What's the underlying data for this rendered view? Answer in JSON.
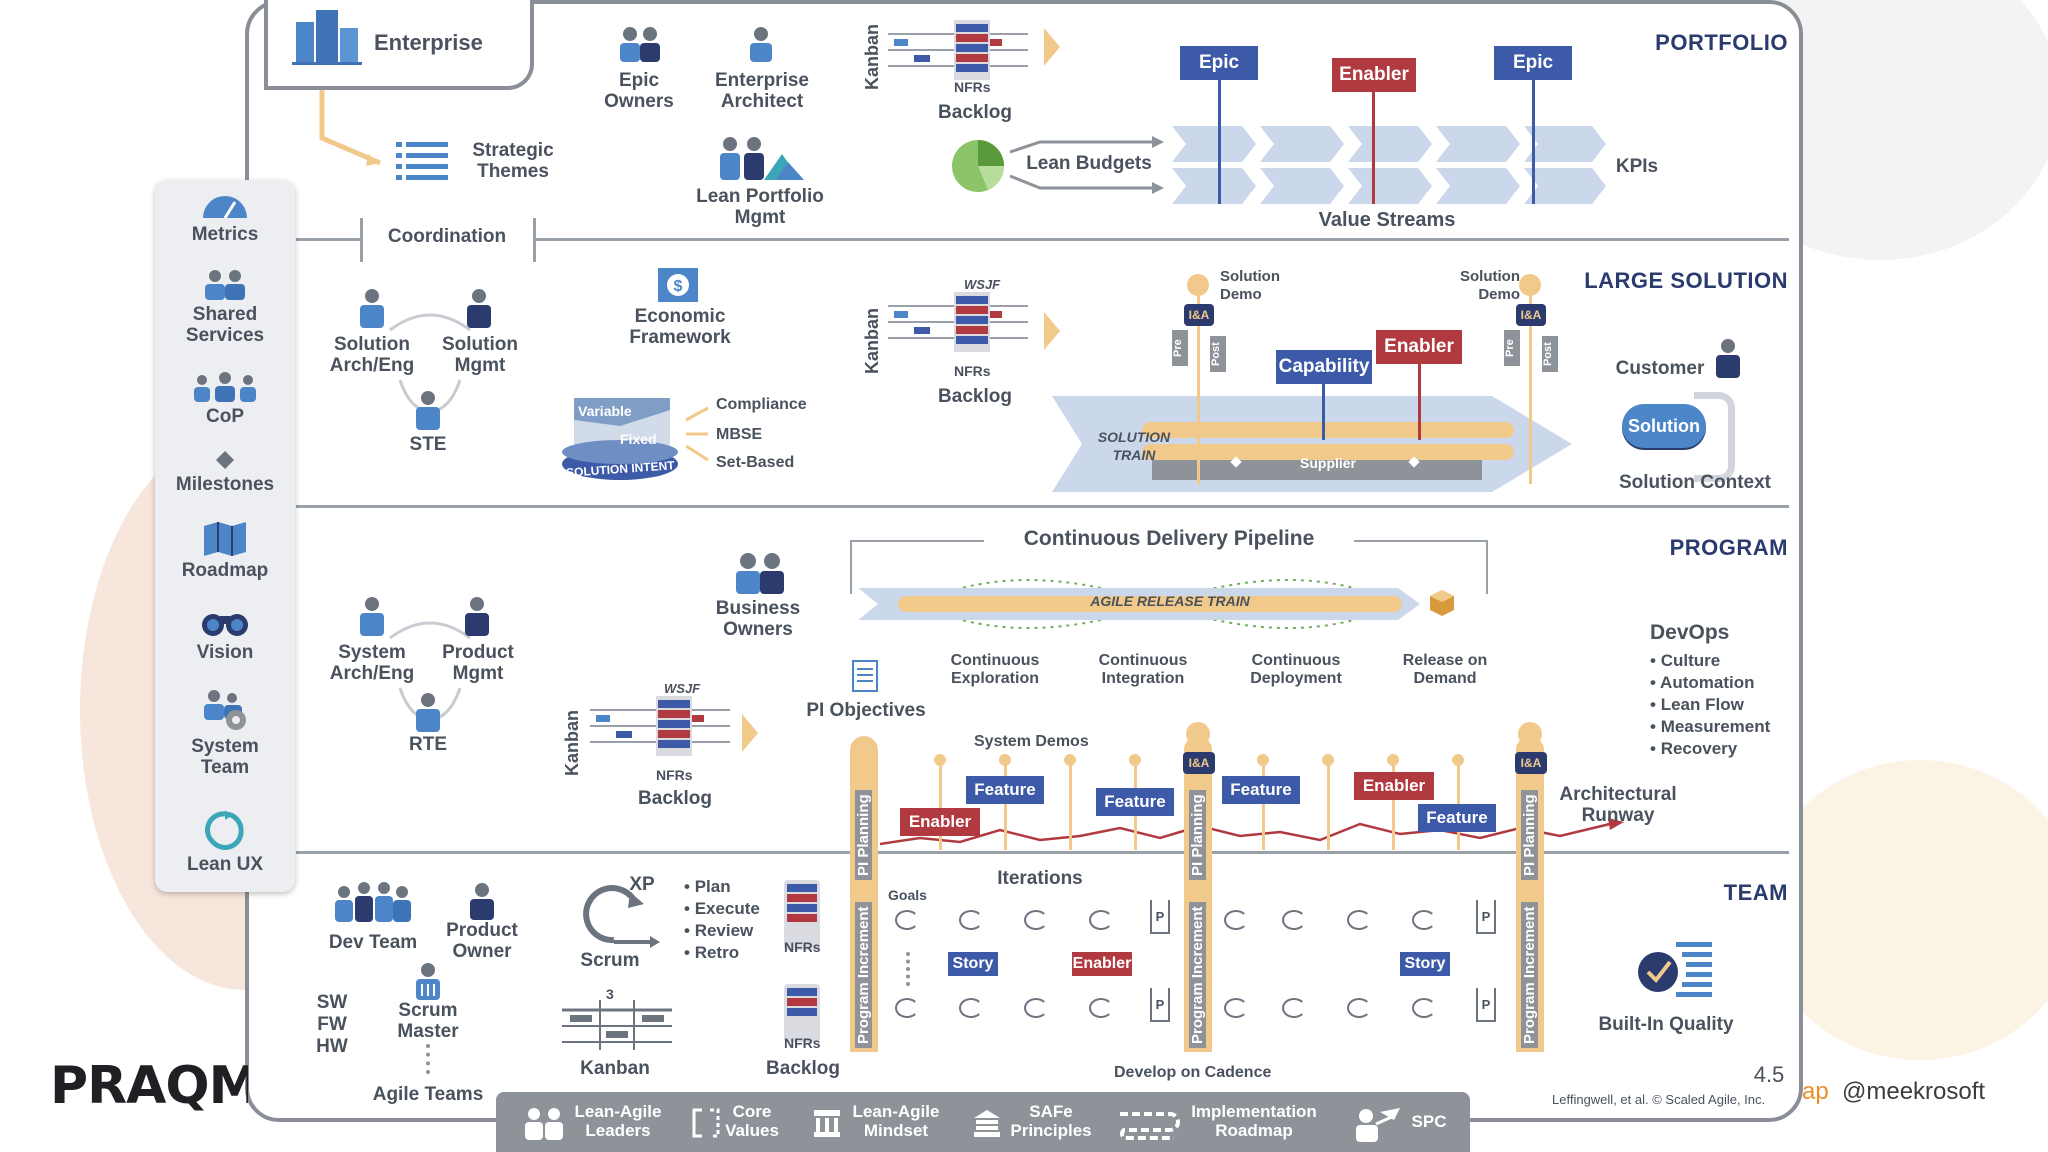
{
  "brand": {
    "logo_text": "PRAQM",
    "handle_prefix": "ap",
    "handle": "@meekrosoft"
  },
  "levels": {
    "portfolio": "PORTFOLIO",
    "large_solution": "LARGE SOLUTION",
    "program": "PROGRAM",
    "team": "TEAM"
  },
  "enterprise": "Enterprise",
  "strategic_themes": "Strategic Themes",
  "coordination": "Coordination",
  "sidebar": [
    {
      "label": "Metrics",
      "icon": "gauge-icon"
    },
    {
      "label": "Shared Services",
      "icon": "people-icon"
    },
    {
      "label": "CoP",
      "icon": "group-icon"
    },
    {
      "label": "Milestones",
      "icon": "diamond-icon"
    },
    {
      "label": "Roadmap",
      "icon": "map-icon"
    },
    {
      "label": "Vision",
      "icon": "binoculars-icon"
    },
    {
      "label": "System Team",
      "icon": "team-gear-icon"
    },
    {
      "label": "Lean UX",
      "icon": "cycle-icon"
    }
  ],
  "portfolio": {
    "epic_owners": "Epic Owners",
    "enterprise_architect": "Enterprise Architect",
    "lean_portfolio_mgmt": "Lean Portfolio Mgmt",
    "kanban": "Kanban",
    "nfrs": "NFRs",
    "backlog": "Backlog",
    "lean_budgets": "Lean Budgets",
    "epic1": "Epic",
    "enabler": "Enabler",
    "epic2": "Epic",
    "kpis": "KPIs",
    "value_streams": "Value Streams"
  },
  "large_solution": {
    "solution_arch": "Solution Arch/Eng",
    "solution_mgmt": "Solution Mgmt",
    "ste": "STE",
    "economic_framework": "Economic Framework",
    "variable": "Variable",
    "fixed": "Fixed",
    "solution_intent": "SOLUTION INTENT",
    "compliance": "Compliance",
    "mbse": "MBSE",
    "set_based": "Set-Based",
    "kanban": "Kanban",
    "wsjf": "WSJF",
    "nfrs": "NFRs",
    "backlog": "Backlog",
    "solution_demo1": "Solution Demo",
    "solution_demo2": "Solution Demo",
    "ia": "I&A",
    "pre": "Pre",
    "post": "Post",
    "capability": "Capability",
    "enabler": "Enabler",
    "solution_train": "SOLUTION TRAIN",
    "supplier": "Supplier",
    "customer": "Customer",
    "solution": "Solution",
    "solution_context": "Solution Context"
  },
  "program": {
    "system_arch": "System Arch/Eng",
    "product_mgmt": "Product Mgmt",
    "rte": "RTE",
    "business_owners": "Business Owners",
    "cdp": "Continuous Delivery Pipeline",
    "art": "AGILE RELEASE TRAIN",
    "continuous_exploration": "Continuous Exploration",
    "continuous_integration": "Continuous Integration",
    "continuous_deployment": "Continuous Deployment",
    "release_on_demand": "Release on Demand",
    "devops": "DevOps",
    "devops_items": [
      "Culture",
      "Automation",
      "Lean Flow",
      "Measurement",
      "Recovery"
    ],
    "pi_objectives": "PI Objectives",
    "kanban": "Kanban",
    "wsjf": "WSJF",
    "nfrs": "NFRs",
    "backlog": "Backlog",
    "system_demos": "System Demos",
    "pi_planning": "PI Planning",
    "features": [
      "Feature",
      "Feature",
      "Feature",
      "Feature"
    ],
    "enablers": [
      "Enabler",
      "Enabler"
    ],
    "architectural_runway": "Architectural Runway"
  },
  "team": {
    "dev_team": "Dev Team",
    "product_owner": "Product Owner",
    "scrum_master": "Scrum Master",
    "sw": "SW",
    "fw": "FW",
    "hw": "HW",
    "agile_teams": "Agile Teams",
    "xp": "XP",
    "scrum": "Scrum",
    "kanban": "Kanban",
    "kanban_wip": "3",
    "events": [
      "Plan",
      "Execute",
      "Review",
      "Retro"
    ],
    "nfrs": "NFRs",
    "backlog": "Backlog",
    "goals": "Goals",
    "iterations": "Iterations",
    "program_increment": "Program Increment",
    "story1": "Story",
    "enabler": "Enabler",
    "story2": "Story",
    "p": "P",
    "develop_on_cadence": "Develop on Cadence",
    "built_in_quality": "Built-In Quality",
    "version": "4.5",
    "copyright": "Leffingwell, et al. © Scaled Agile, Inc."
  },
  "foundation": [
    {
      "label": "Lean-Agile Leaders",
      "icon": "leaders-icon"
    },
    {
      "label": "Core Values",
      "icon": "core-values-icon"
    },
    {
      "label": "Lean-Agile Mindset",
      "icon": "mindset-icon"
    },
    {
      "label": "SAFe Principles",
      "icon": "principles-icon"
    },
    {
      "label": "Implementation Roadmap",
      "icon": "roadmap-icon"
    },
    {
      "label": "SPC",
      "icon": "spc-icon"
    }
  ],
  "colors": {
    "epic_blue": "#3d5aa8",
    "enabler_red": "#b13a40",
    "pi_orange": "#f1c98a",
    "level_navy": "#2b3b6e"
  }
}
